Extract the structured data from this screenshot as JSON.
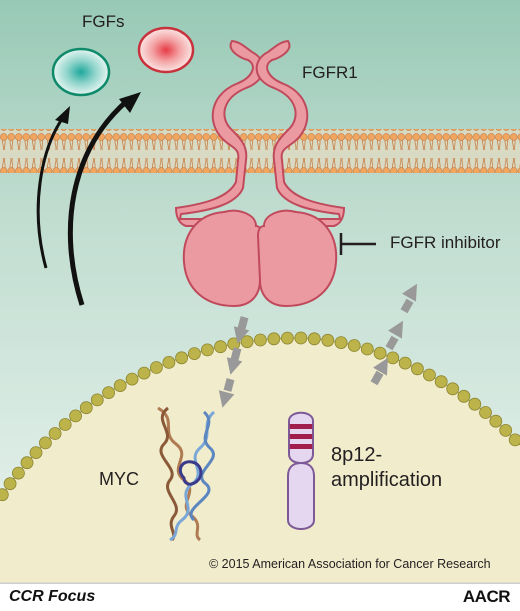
{
  "labels": {
    "fgfs": "FGFs",
    "fgfr1": "FGFR1",
    "inhibitor": "FGFR inhibitor",
    "myc": "MYC",
    "amplification": "8p12-amplification",
    "copyright": "© 2015 American Association for Cancer Research"
  },
  "footer": {
    "journal": "CCR Focus",
    "publisher": "AACR"
  },
  "colors": {
    "background_top": "#98c9b6",
    "background_bottom": "#eaf4ef",
    "membrane_head": "#f0a560",
    "receptor_fill": "#ec9aa2",
    "receptor_stroke": "#c04a5c",
    "nucleus_fill": "#f0eccc",
    "nucleus_beads": "#bcb34a",
    "chromosome_fill": "#e6d7f0",
    "chromosome_bands": "#a11d4b",
    "dashed_arrow": "#999999"
  },
  "icons": [
    "fgf-ligand-teal-icon",
    "fgf-ligand-red-icon",
    "dna-helix-icon",
    "chromosome-icon"
  ]
}
